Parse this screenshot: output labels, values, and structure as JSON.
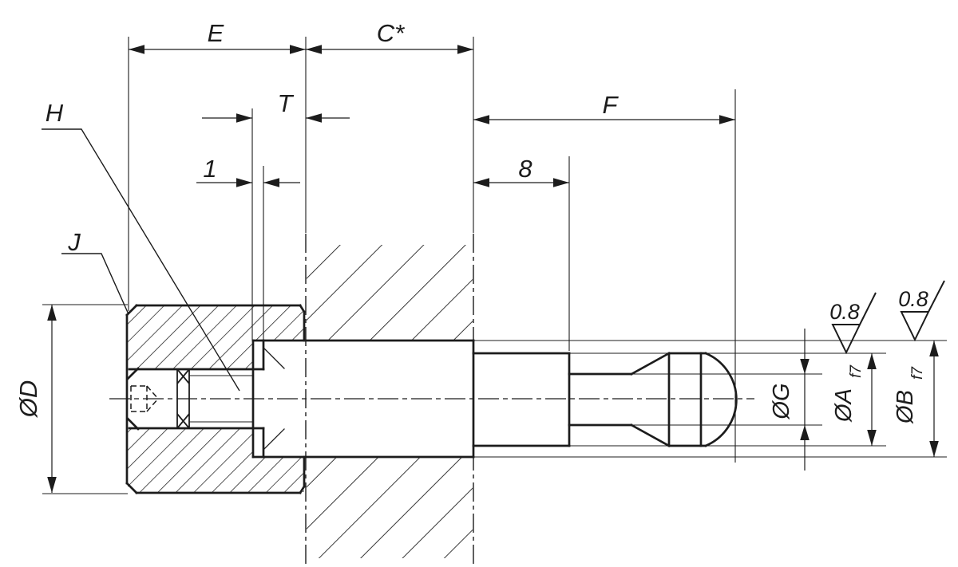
{
  "drawing": {
    "background": "#ffffff",
    "line_color": "#1c1c1c",
    "labels": {
      "nut_length": "E",
      "clamping_range": "C*",
      "thread_length": "T",
      "groove_width": "1",
      "protrusion_length": "F",
      "shaft_length": "8",
      "thread_callout": "H",
      "hex_callout": "J",
      "head_diameter": "ØD",
      "neck_diameter": "ØG",
      "shaft_diameter": "ØA",
      "shaft_tolerance": "f7",
      "body_diameter": "ØB",
      "body_tolerance": "f7",
      "roughness_shaft": "0.8",
      "roughness_body": "0.8"
    }
  }
}
